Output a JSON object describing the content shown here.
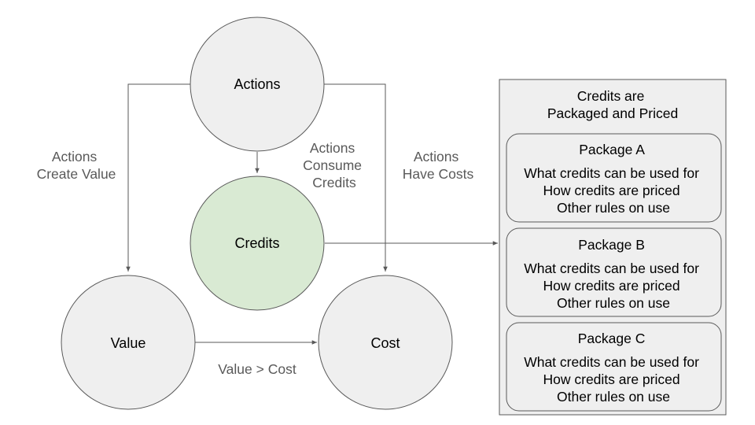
{
  "nodes": {
    "actions": "Actions",
    "credits": "Credits",
    "value": "Value",
    "cost": "Cost"
  },
  "edge_labels": {
    "actions_value": [
      "Actions",
      "Create Value"
    ],
    "actions_credits": [
      "Actions",
      "Consume",
      "Credits"
    ],
    "actions_cost": [
      "Actions",
      "Have Costs"
    ],
    "value_cost": "Value > Cost"
  },
  "panel": {
    "title": [
      "Credits are",
      "Packaged and Priced"
    ],
    "packages": [
      {
        "name": "Package A",
        "lines": [
          "What credits can be used for",
          "How credits are priced",
          "Other rules on use"
        ]
      },
      {
        "name": "Package B",
        "lines": [
          "What credits can be used for",
          "How credits are priced",
          "Other rules on use"
        ]
      },
      {
        "name": "Package C",
        "lines": [
          "What credits can be used for",
          "How credits are priced",
          "Other rules on use"
        ]
      }
    ]
  },
  "colors": {
    "node_fill": "#efefef",
    "credits_fill": "#d9ead3",
    "stroke": "#595959",
    "label_text": "#595959"
  }
}
